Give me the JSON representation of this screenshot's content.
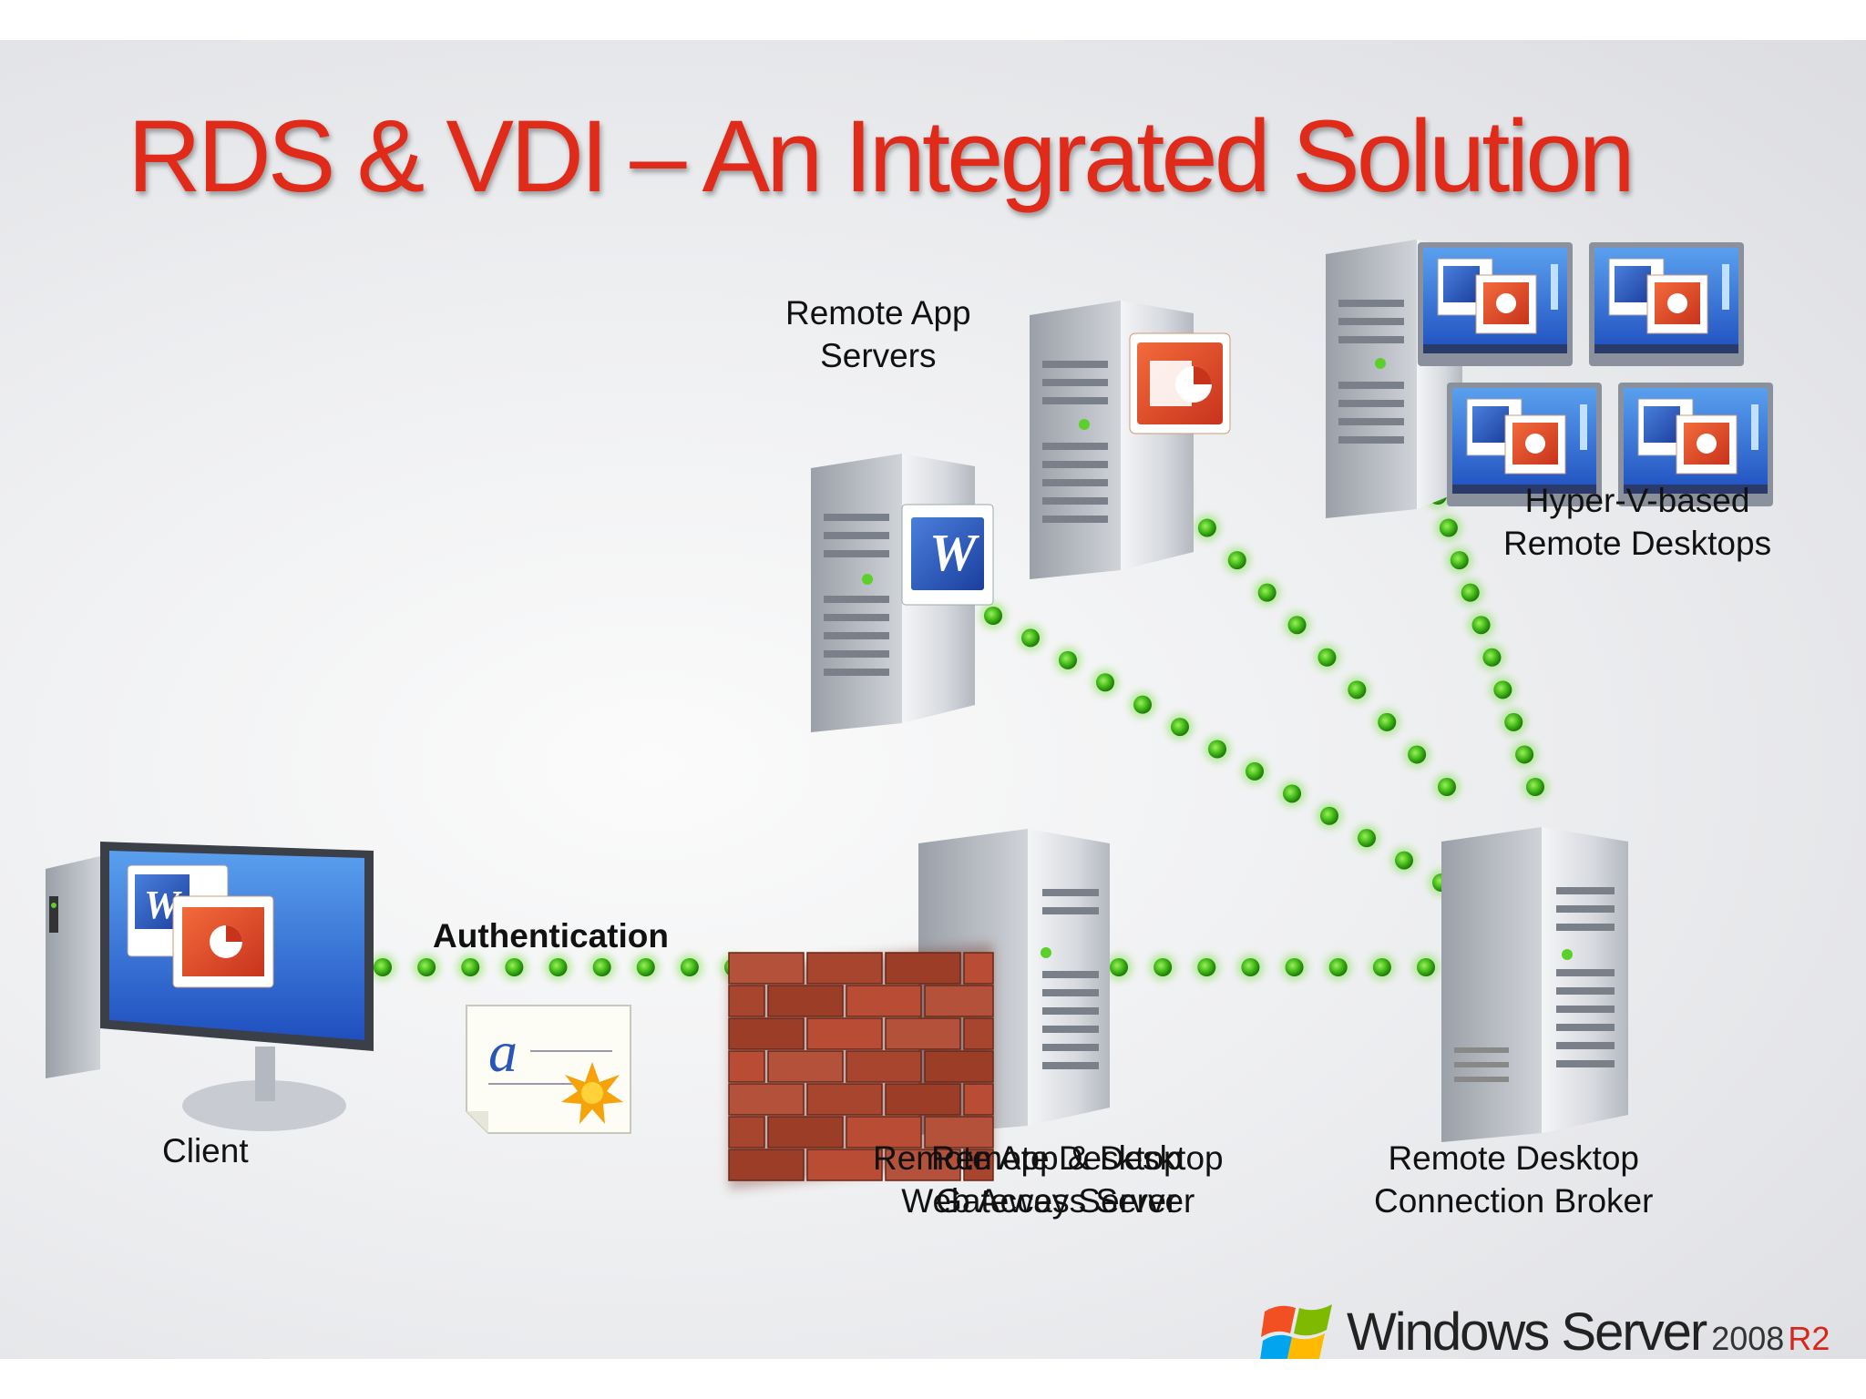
{
  "title": "RDS & VDI – An Integrated Solution",
  "labels": {
    "remote_app_servers": [
      "Remote App",
      "Servers"
    ],
    "hyperv_desktops": [
      "Hyper-V-based",
      "Remote Desktops"
    ],
    "authentication": "Authentication",
    "client": "Client",
    "web_access": [
      "Remote App & Desktop",
      "Web Access Server"
    ],
    "gateway": [
      "Remote Desktop",
      "Gateway Server"
    ],
    "connection_broker": [
      "Remote Desktop",
      "Connection Broker"
    ]
  },
  "icons": {
    "word_letter": "W",
    "certificate_letter": "a"
  },
  "logo": {
    "name": "Windows Server",
    "version": "2008",
    "revision": "R2"
  },
  "colors": {
    "title": "#e02a1a",
    "dot": "#4cc21a",
    "brick": "#a8452e",
    "revision": "#d9261c"
  }
}
